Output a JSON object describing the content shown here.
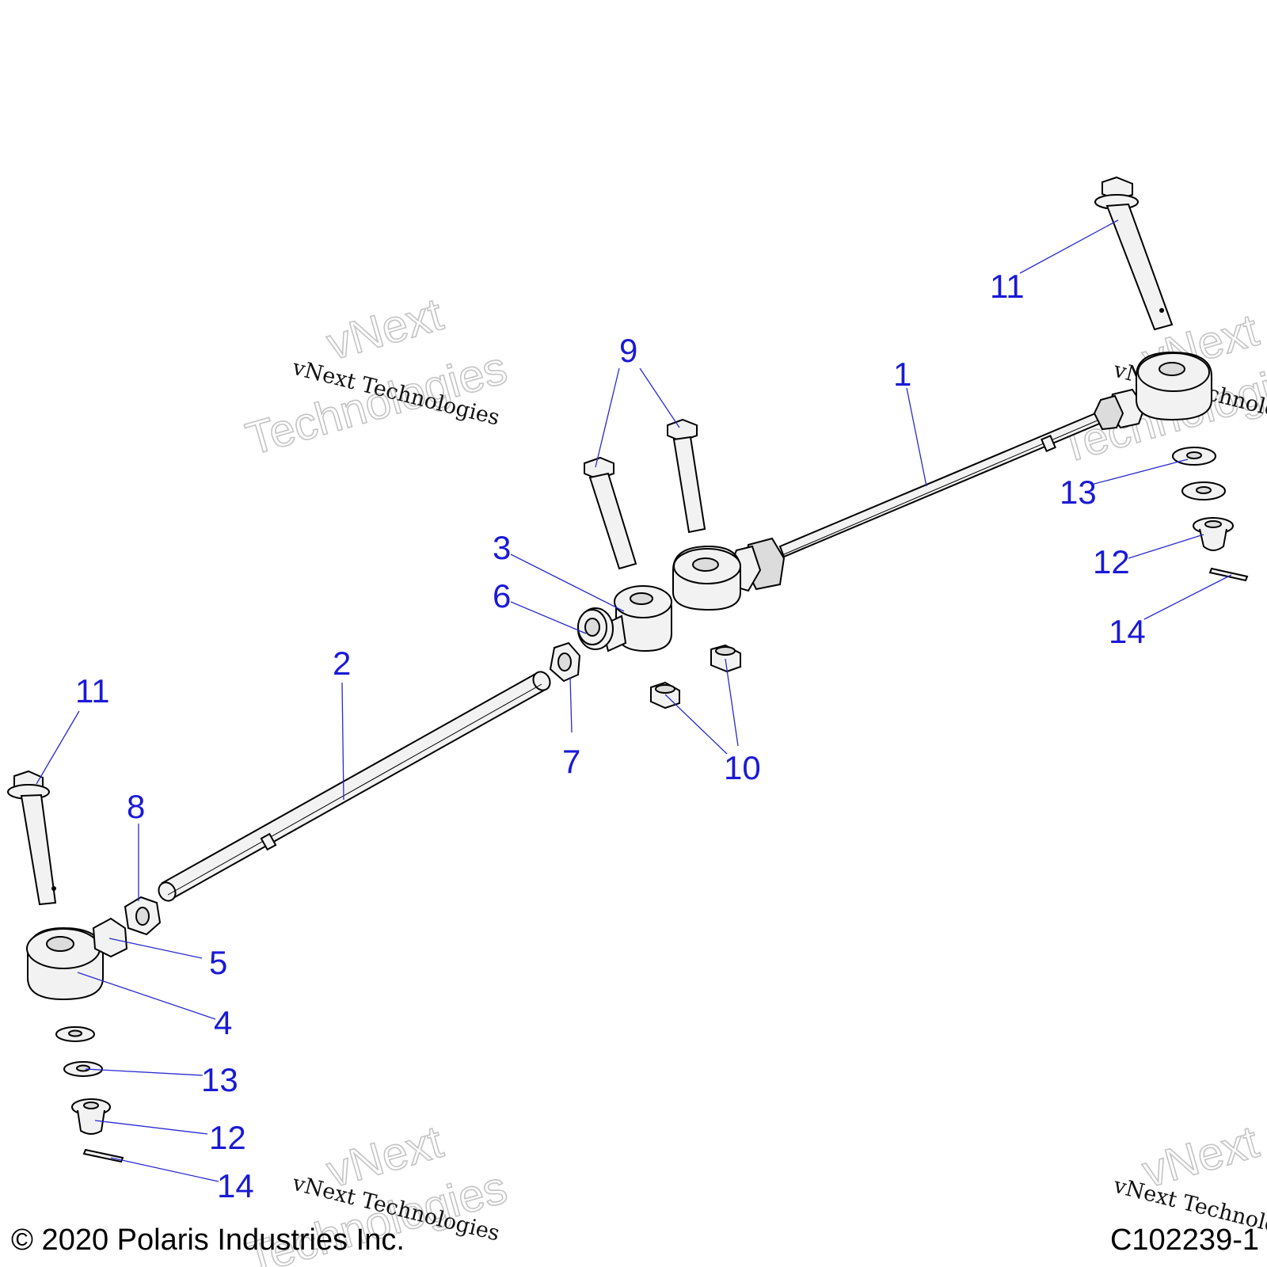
{
  "callouts": {
    "c1": "1",
    "c2": "2",
    "c3": "3",
    "c4": "4",
    "c5": "5",
    "c6": "6",
    "c7": "7",
    "c8": "8",
    "c9": "9",
    "c10": "10",
    "c11_top": "11",
    "c11_left": "11",
    "c12_right": "12",
    "c12_left": "12",
    "c13_right": "13",
    "c13_left": "13",
    "c14_right": "14",
    "c14_left": "14"
  },
  "watermark": {
    "text": "vNext Technologies",
    "line1": "vNext",
    "line2": "Technologies"
  },
  "footer": {
    "copyright": "© 2020 Polaris Industries Inc.",
    "drawing_id": "C102239-1"
  },
  "colors": {
    "callout": "#1a1ad6",
    "leader": "#2a2ad0",
    "part_line": "#000000"
  }
}
